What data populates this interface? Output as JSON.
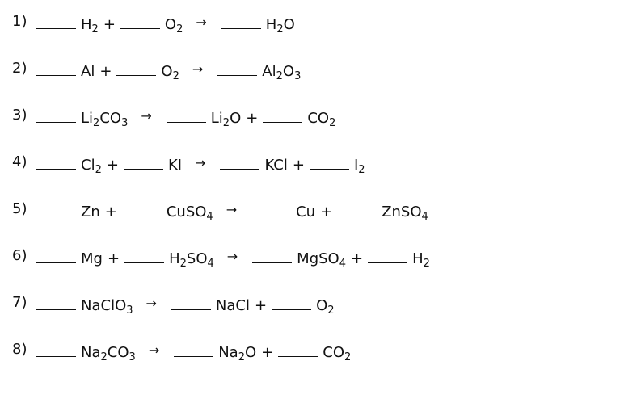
{
  "equations": [
    {
      "number": "1)",
      "reactants": [
        [
          "H",
          {
            "s": "2"
          }
        ],
        [
          "O",
          {
            "s": "2"
          }
        ]
      ],
      "products": [
        [
          "H",
          {
            "s": "2"
          },
          "O"
        ]
      ]
    },
    {
      "number": "2)",
      "reactants": [
        [
          "Al"
        ],
        [
          "O",
          {
            "s": "2"
          }
        ]
      ],
      "products": [
        [
          "Al",
          {
            "s": "2"
          },
          "O",
          {
            "s": "3"
          }
        ]
      ]
    },
    {
      "number": "3)",
      "reactants": [
        [
          "Li",
          {
            "s": "2"
          },
          "CO",
          {
            "s": "3"
          }
        ]
      ],
      "products": [
        [
          "Li",
          {
            "s": "2"
          },
          "O"
        ],
        [
          "CO",
          {
            "s": "2"
          }
        ]
      ]
    },
    {
      "number": "4)",
      "reactants": [
        [
          "Cl",
          {
            "s": "2"
          }
        ],
        [
          "KI"
        ]
      ],
      "products": [
        [
          "KCl"
        ],
        [
          "I",
          {
            "s": "2"
          }
        ]
      ]
    },
    {
      "number": "5)",
      "reactants": [
        [
          "Zn"
        ],
        [
          "CuSO",
          {
            "s": "4"
          }
        ]
      ],
      "products": [
        [
          "Cu"
        ],
        [
          "ZnSO",
          {
            "s": "4"
          }
        ]
      ]
    },
    {
      "number": "6)",
      "reactants": [
        [
          "Mg"
        ],
        [
          "H",
          {
            "s": "2"
          },
          "SO",
          {
            "s": "4"
          }
        ]
      ],
      "products": [
        [
          "MgSO",
          {
            "s": "4"
          }
        ],
        [
          "H",
          {
            "s": "2"
          }
        ]
      ]
    },
    {
      "number": "7)",
      "reactants": [
        [
          "NaClO",
          {
            "s": "3"
          }
        ]
      ],
      "products": [
        [
          "NaCl"
        ],
        [
          "O",
          {
            "s": "2"
          }
        ]
      ]
    },
    {
      "number": "8)",
      "reactants": [
        [
          "Na",
          {
            "s": "2"
          },
          "CO",
          {
            "s": "3"
          }
        ]
      ],
      "products": [
        [
          "Na",
          {
            "s": "2"
          },
          "O"
        ],
        [
          "CO",
          {
            "s": "2"
          }
        ]
      ]
    }
  ],
  "symbols": {
    "plus": "+",
    "arrow": "→"
  }
}
